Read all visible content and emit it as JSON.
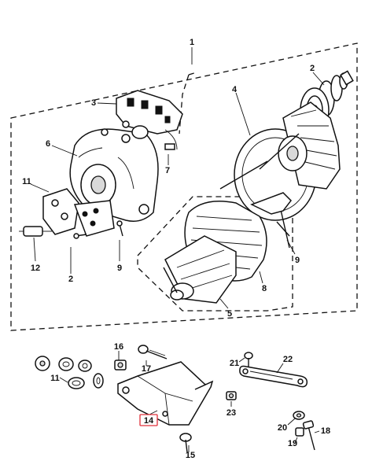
{
  "callouts": {
    "c1": "1",
    "c2_pulley": "2",
    "c2_lower": "2",
    "c3": "3",
    "c4": "4",
    "c5": "5",
    "c6": "6",
    "c7": "7",
    "c8": "8",
    "c9_left": "9",
    "c9_right": "9",
    "c11_upper": "11",
    "c11_lower": "11",
    "c12": "12",
    "c14": "14",
    "c15": "15",
    "c16": "16",
    "c17": "17",
    "c18": "18",
    "c19": "19",
    "c20": "20",
    "c21": "21",
    "c22": "22",
    "c23": "23"
  },
  "highlight_color": "#e0303a",
  "line_color": "#111111"
}
